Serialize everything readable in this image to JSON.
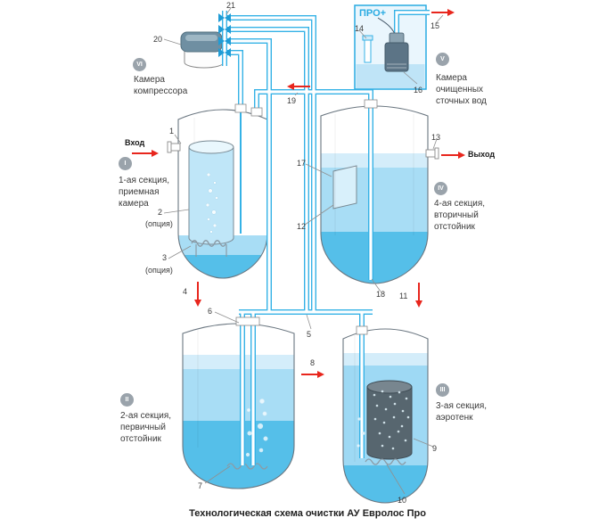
{
  "caption": "Технологическая схема очистки АУ Евролос Про",
  "pro_title": "ПРО+",
  "io": {
    "inlet": "Вход",
    "outlet": "Выход"
  },
  "badges": {
    "i": "I",
    "ii": "II",
    "iii": "III",
    "iv": "IV",
    "v": "V",
    "vi": "VI"
  },
  "labels": {
    "compressor": "Камера компрессора",
    "clean_water": "Камера очищенных сточных вод",
    "section1": "1-ая секция, приемная камера",
    "section2": "2-ая секция, первичный отстойник",
    "section3": "3-ая секция, аэротенк",
    "section4": "4-ая секция, вторичный отстойник",
    "option2": "(опция)",
    "option3": "(опция)"
  },
  "parts": {
    "1": "1",
    "2": "2",
    "3": "3",
    "4": "4",
    "5": "5",
    "6": "6",
    "7": "7",
    "8": "8",
    "9": "9",
    "10": "10",
    "11": "11",
    "12": "12",
    "13": "13",
    "14": "14",
    "15": "15",
    "16": "16",
    "17": "17",
    "18": "18",
    "19": "19",
    "20": "20",
    "21": "21"
  },
  "colors": {
    "pipe": "#35b2e6",
    "accent": "#29abe2",
    "water": "#a8ddf5",
    "water_light": "#d4edfa",
    "water_dark": "#55bfe9",
    "flow_arrow": "#e8261d",
    "badge_bg": "#9aa3ab"
  }
}
